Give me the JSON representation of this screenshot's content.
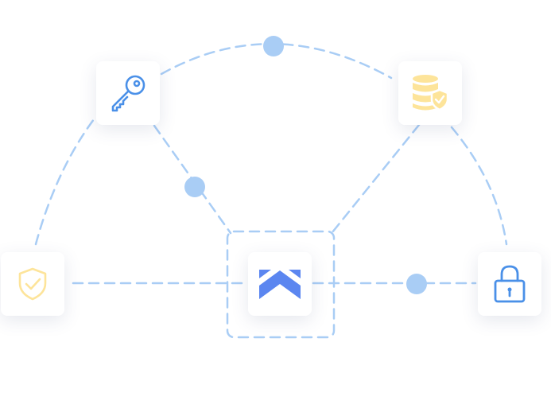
{
  "colors": {
    "connector": "#a9cdf5",
    "node_dot": "#a9cdf5",
    "blue_icon": "#4a90e8",
    "yellow_icon": "#fde49a",
    "hub_icon": "#5b86f0",
    "card_background": "#ffffff"
  },
  "nodes": [
    {
      "id": "key",
      "icon": "key-icon"
    },
    {
      "id": "database",
      "icon": "database-shield-icon"
    },
    {
      "id": "shield",
      "icon": "shield-check-icon"
    },
    {
      "id": "hub",
      "icon": "chevrons-up-logo-icon"
    },
    {
      "id": "lock",
      "icon": "padlock-icon"
    }
  ],
  "connections": [
    [
      "shield",
      "key"
    ],
    [
      "key",
      "database"
    ],
    [
      "database",
      "lock"
    ],
    [
      "key",
      "hub"
    ],
    [
      "database",
      "hub"
    ],
    [
      "shield",
      "hub"
    ],
    [
      "hub",
      "lock"
    ]
  ]
}
